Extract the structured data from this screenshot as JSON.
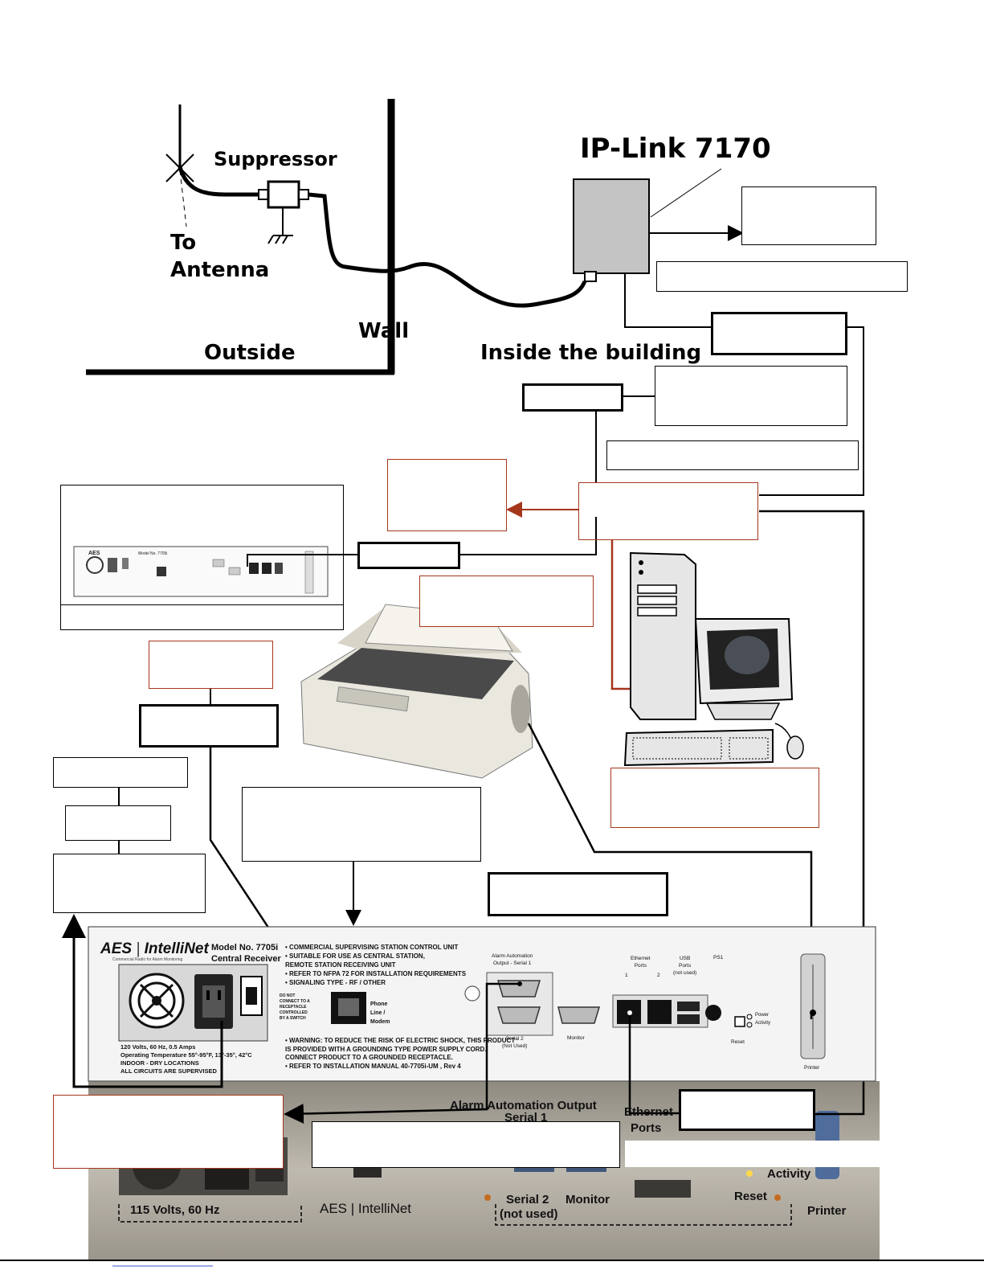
{
  "diagram": {
    "labels": {
      "ip_link": "IP-Link 7170",
      "suppressor": "Suppressor",
      "to_antenna": "To\nAntenna",
      "wall": "Wall",
      "outside": "Outside",
      "inside": "Inside the building"
    },
    "panel": {
      "brand": "AES",
      "brand_product": "IntelliNet",
      "tagline": "Commercial Radio for Alarm Monitoring",
      "model": "Model No. 7705i",
      "model_sub": "Central Receiver",
      "bullets": [
        "• COMMERCIAL SUPERVISING STATION CONTROL UNIT",
        "• SUITABLE FOR USE AS CENTRAL STATION,",
        "   REMOTE STATION RECEIVING UNIT",
        "• REFER TO NFPA 72 FOR INSTALLATION REQUIREMENTS",
        "• SIGNALING TYPE - RF / OTHER"
      ],
      "do_not": "DO NOT\nCONNECT TO A\nRECEPTACLE\nCONTROLLED\nBY A SWITCH",
      "phone": "Phone\nLine /\nModem",
      "warning": [
        "• WARNING: TO REDUCE THE RISK OF ELECTRIC SHOCK, THIS PRODUCT",
        "   IS PROVIDED WITH A GROUNDING TYPE POWER SUPPLY CORD.",
        "   CONNECT PRODUCT TO A GROUNDED RECEPTACLE.",
        "• REFER TO INSTALLATION MANUAL 40-7705i-UM , Rev 4"
      ],
      "power_spec": [
        "120 Volts, 60 Hz, 0.5 Amps",
        "Operating Temperature 55°-95°F, 13°-35°, 42°C",
        "INDOOR - DRY LOCATIONS",
        "ALL CIRCUITS ARE SUPERVISED"
      ],
      "alarm_out": "Alarm Automation\nOutput - Serial 1",
      "serial2": "Serial 2\n(Not Used)",
      "monitor": "Monitor",
      "ethernet": "Ethernet\nPorts",
      "eth1": "1",
      "eth2": "2",
      "usb": "USB\nPorts\n(not used)",
      "ps1": "PS1",
      "power_act": "Power\nActivity",
      "reset": "Reset",
      "printer": "Printer"
    },
    "photo": {
      "alarm_out": "Alarm Automation Output",
      "serial1": "Serial 1",
      "ethernet": "Ethernet",
      "ports": "Ports",
      "activity": "Activity",
      "reset": "Reset",
      "printer": "Printer",
      "voltage": "115 Volts, 60 Hz",
      "brand": "AES | IntelliNet",
      "serial2": "Serial 2",
      "not_used": "(not used)",
      "monitor": "Monitor"
    },
    "colors": {
      "accent_red": "#a5361c",
      "line": "#000000",
      "panel_bg": "#f4f4f4",
      "photo_bg": "#a39e93"
    },
    "icons": [
      "suppressor-icon",
      "ground-icon",
      "antenna-icon",
      "printer-icon",
      "computer-icon",
      "fan-icon",
      "power-inlet-icon",
      "power-switch-icon"
    ]
  }
}
